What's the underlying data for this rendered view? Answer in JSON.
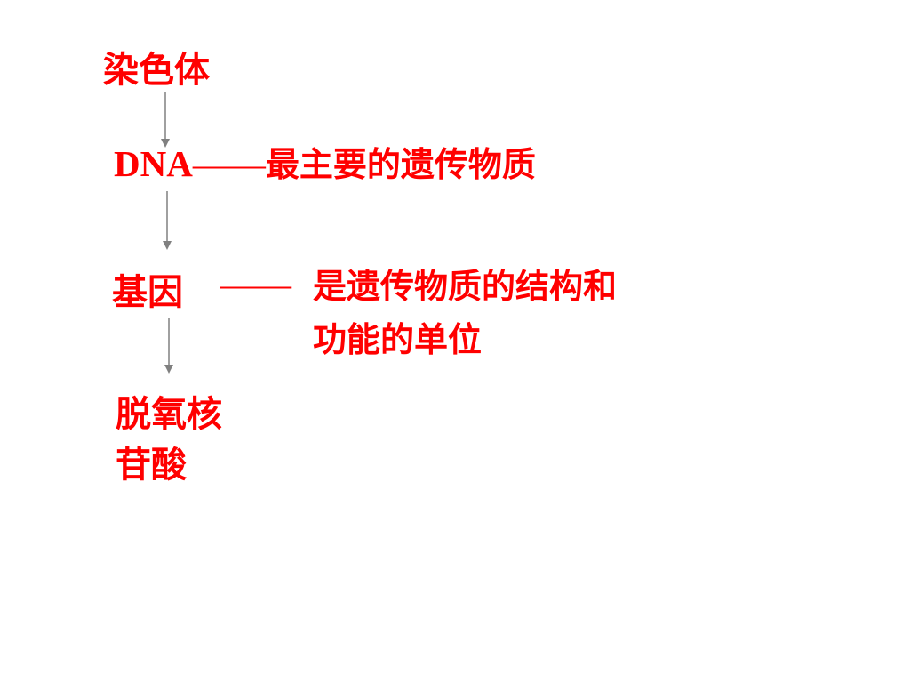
{
  "colors": {
    "text": "#ff0000",
    "arrow": "#808080",
    "background": "#ffffff"
  },
  "nodes": {
    "chromosome": "染色体",
    "dna": {
      "label": "DNA",
      "dash": "——",
      "description": "最主要的遗传物质"
    },
    "gene": {
      "label": "基因",
      "dash": "——",
      "description_line1": "是遗传物质的结构和",
      "description_line2": "功能的单位"
    },
    "nucleotide": {
      "line1": "脱氧核",
      "line2": "苷酸"
    }
  }
}
